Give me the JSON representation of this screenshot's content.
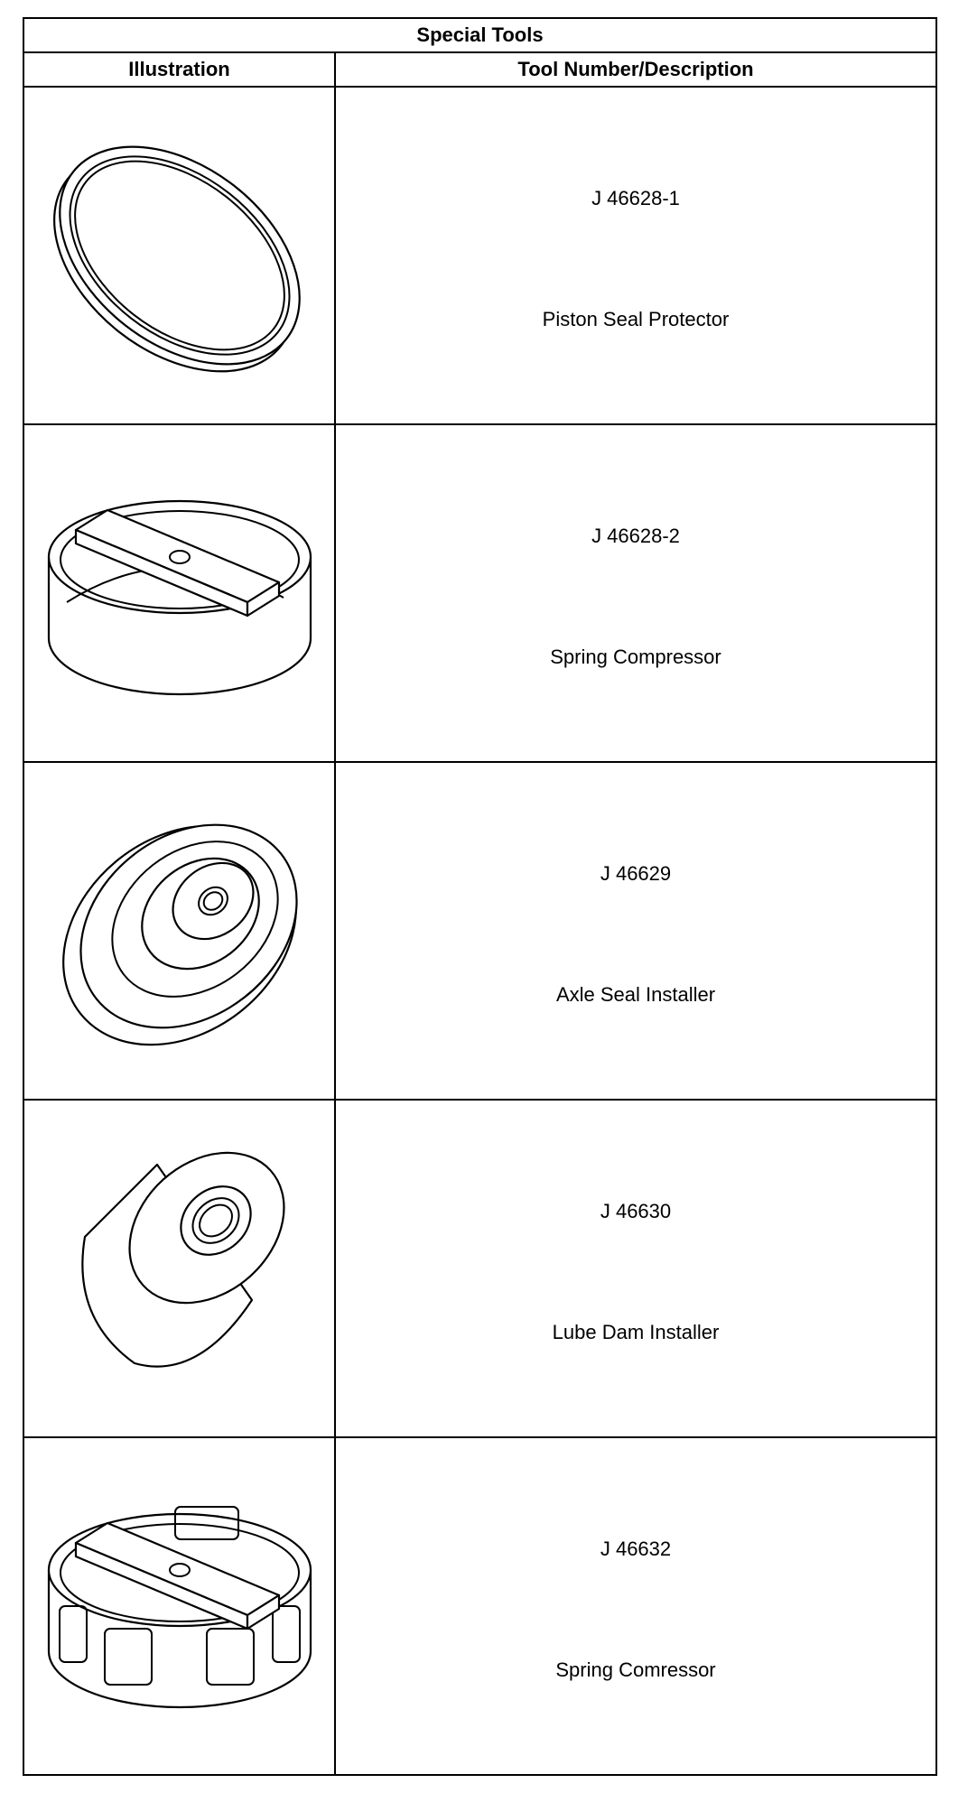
{
  "table": {
    "title": "Special Tools",
    "headers": {
      "illustration": "Illustration",
      "tool": "Tool Number/Description"
    },
    "rows": [
      {
        "number": "J 46628-1",
        "description": "Piston Seal Protector",
        "illustration_icon": "piston-seal-protector-icon"
      },
      {
        "number": "J 46628-2",
        "description": "Spring Compressor",
        "illustration_icon": "spring-compressor-icon"
      },
      {
        "number": "J 46629",
        "description": "Axle Seal Installer",
        "illustration_icon": "axle-seal-installer-icon"
      },
      {
        "number": "J 46630",
        "description": "Lube Dam Installer",
        "illustration_icon": "lube-dam-installer-icon"
      },
      {
        "number": "J 46632",
        "description": "Spring Comressor",
        "illustration_icon": "spring-comressor-icon"
      }
    ]
  }
}
